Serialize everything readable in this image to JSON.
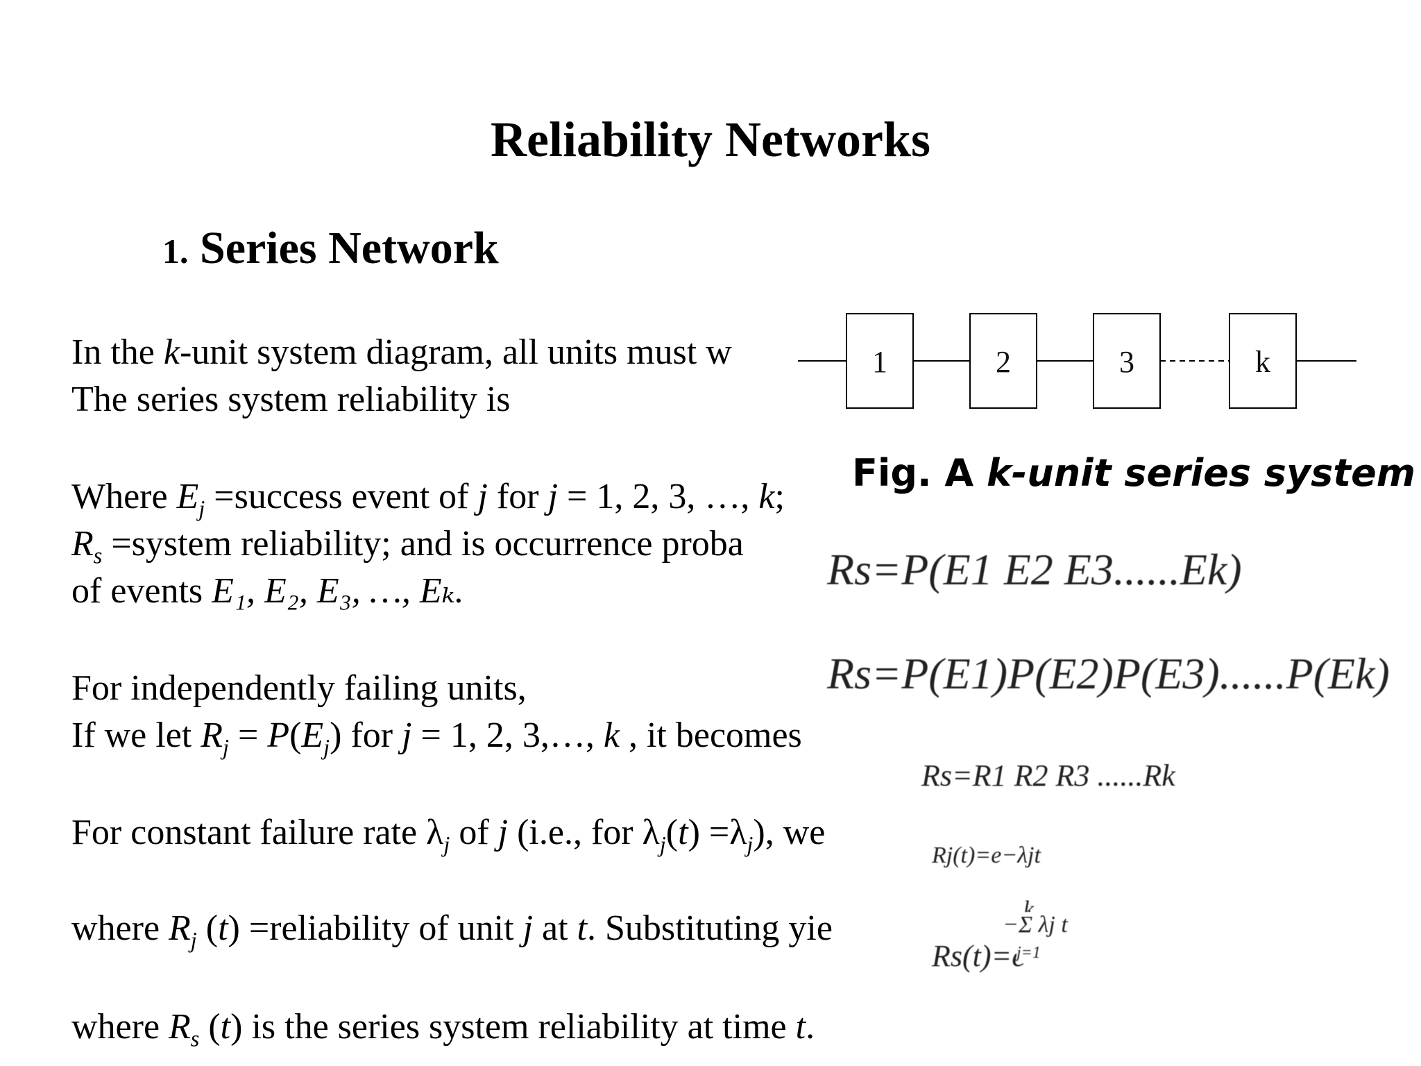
{
  "slide": {
    "title": "Reliability Networks",
    "section_number": "1.",
    "section_title": "Series Network"
  },
  "diagram": {
    "units": [
      "1",
      "2",
      "3",
      "k"
    ],
    "caption_prefix": "Fig. A ",
    "caption_italic": "k-unit series system"
  },
  "text": {
    "p1_a": "In the ",
    "p1_k": "k",
    "p1_b": "-unit system diagram, all units must w",
    "p2": "The series system reliability is",
    "p3_a": "Where ",
    "p3_E": "E",
    "p3_j": "j",
    "p3_b": " =success event of ",
    "p3_j2": "j",
    "p3_c": " for ",
    "p3_j3": "j",
    "p3_d": " = 1, 2, 3, …, ",
    "p3_k": "k",
    "p3_e": ";",
    "p4_R": "R",
    "p4_s": "s",
    "p4_b": " =system reliability; and is occurrence proba",
    "p5_a": "of events ",
    "p5_events": "E₁, E₂, E₃, …, Eₖ.",
    "p6": "For independently failing units,",
    "p7_a": "If we let ",
    "p7_R": "R",
    "p7_j": "j",
    "p7_b": " = ",
    "p7_P": "P",
    "p7_c": "(",
    "p7_E": "E",
    "p7_j2": "j",
    "p7_d": ") for ",
    "p7_j3": "j",
    "p7_e": " = 1, 2, 3,…, ",
    "p7_k": "k",
    "p7_f": " , it becomes",
    "p8_a": "For constant failure rate λ",
    "p8_j": "j",
    "p8_b": " of ",
    "p8_j2": "j",
    "p8_c": " (i.e., for λ",
    "p8_j3": "j",
    "p8_d": "(",
    "p8_t": "t",
    "p8_e": ") =λ",
    "p8_j4": "j",
    "p8_f": "), we",
    "p9_a": "where ",
    "p9_R": "R",
    "p9_j": "j",
    "p9_b": " (",
    "p9_t": "t",
    "p9_c": ") =reliability of unit ",
    "p9_j2": "j",
    "p9_d": " at ",
    "p9_t2": "t",
    "p9_e": ". Substituting yie",
    "p10_a": "where ",
    "p10_R": "R",
    "p10_s": "s",
    "p10_b": " (",
    "p10_t": "t",
    "p10_c": ") is the series system reliability at time ",
    "p10_t2": "t",
    "p10_d": "."
  },
  "equations": {
    "eq1": "Rs=P(E1 E2 E3......Ek)",
    "eq2": "Rs=P(E1)P(E2)P(E3)......P(Ek)",
    "eq3": "Rs=R1 R2 R3 ......Rk",
    "eq4": "Rj(t)=e−λjt",
    "eq5": "Rs(t)=e",
    "eq5_exp": "−Σ λj t",
    "eq5_upper": "k",
    "eq5_lower": "j=1"
  }
}
